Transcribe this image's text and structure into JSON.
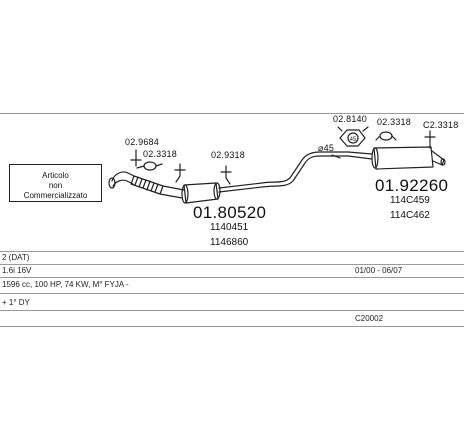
{
  "parts": {
    "hanger_left": "02.9684",
    "gasket_front": "02.3318",
    "hanger_mid": "02.9318",
    "middle_silencer": "01.80520",
    "middle_oe_1": "1140451",
    "middle_oe_2": "1146860",
    "clamp_size": "⌀45",
    "hanger_rear": "02.8140",
    "gasket_rear": "02.3318",
    "rubber_rear": "C2.3318",
    "rear_silencer": "01.92260",
    "rear_oe_1": "114C459",
    "rear_oe_2": "114C462"
  },
  "note": {
    "line1": "Articolo",
    "line2": "non",
    "line3": "Commercializzato"
  },
  "rows": {
    "model": "2 (DAT)",
    "engine": "1.6i 16V",
    "dates": "01/00 - 06/07",
    "specs": "1596 cc, 100 HP, 74 KW, M° FYJA -",
    "body": "+ 1° DY",
    "code": "C20002"
  },
  "colors": {
    "line": "#222222",
    "rule": "#9a9a9a"
  }
}
